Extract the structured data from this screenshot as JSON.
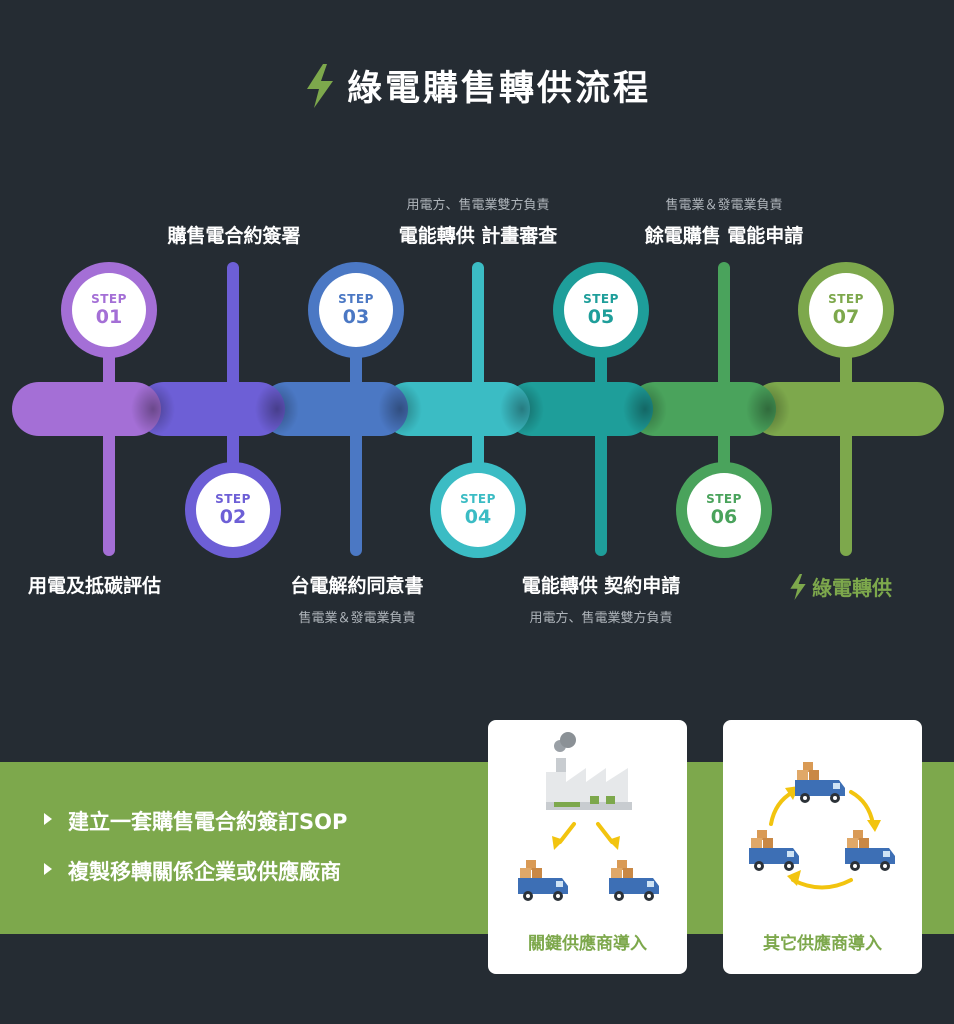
{
  "title": "綠電購售轉供流程",
  "steps": [
    {
      "step_text": "STEP",
      "num": "01",
      "label": "用電及抵碳評估",
      "note": "",
      "color": "#a46fd6"
    },
    {
      "step_text": "STEP",
      "num": "02",
      "label": "購售電合約簽署",
      "note": "",
      "color": "#6d5fd6"
    },
    {
      "step_text": "STEP",
      "num": "03",
      "label": "台電解約同意書",
      "note": "售電業＆發電業負責",
      "color": "#4b78c4"
    },
    {
      "step_text": "STEP",
      "num": "04",
      "label": "電能轉供  計畫審查",
      "note": "用電方、售電業雙方負責",
      "color": "#3bbcc4"
    },
    {
      "step_text": "STEP",
      "num": "05",
      "label": "電能轉供  契約申請",
      "note": "用電方、售電業雙方負責",
      "color": "#1e9e9a"
    },
    {
      "step_text": "STEP",
      "num": "06",
      "label": "餘電購售  電能申請",
      "note": "售電業＆發電業負責",
      "color": "#4aa35c"
    },
    {
      "step_text": "STEP",
      "num": "07",
      "label": "綠電轉供",
      "note": "",
      "color": "#7da84c"
    }
  ],
  "bullets": [
    "建立一套購售電合約簽訂SOP",
    "複製移轉關係企業或供應廠商"
  ],
  "cards": [
    {
      "caption": "關鍵供應商導入"
    },
    {
      "caption": "其它供應商導入"
    }
  ],
  "colors": {
    "background": "#252c33",
    "accent_green": "#7da84c",
    "arrow_yellow": "#f2c40f",
    "truck_blue": "#3d6fb5",
    "box_orange": "#c98845"
  }
}
